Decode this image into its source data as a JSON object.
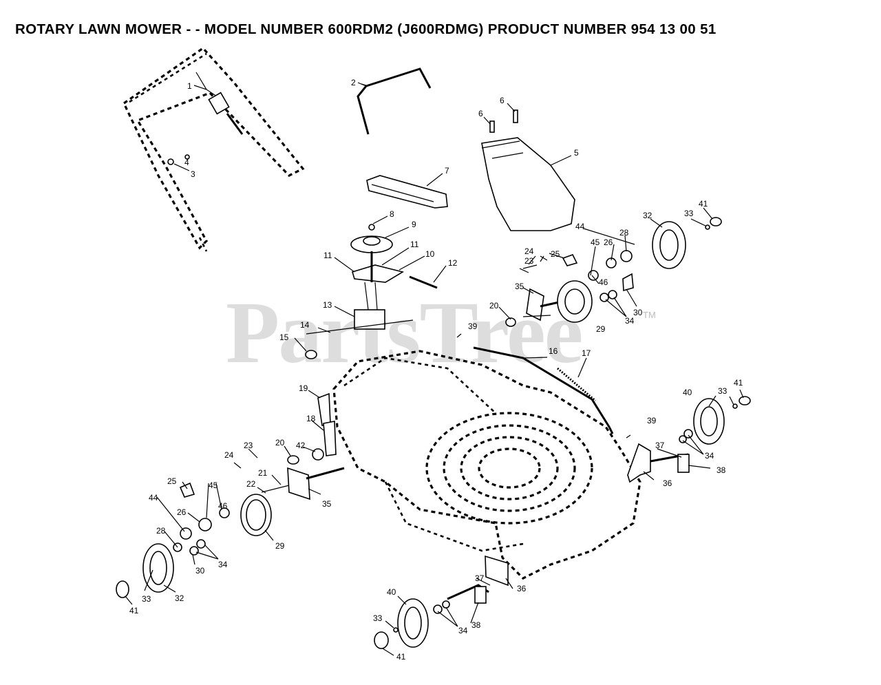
{
  "title": "ROTARY LAWN MOWER - - MODEL NUMBER 600RDM2 (J600RDMG) PRODUCT NUMBER 954 13 00 51",
  "watermark": "PartsTree",
  "watermark_tm": "TM",
  "callouts": {
    "p1": "1",
    "p2": "2",
    "p3": "3",
    "p4": "4",
    "p5": "5",
    "p6a": "6",
    "p6b": "6",
    "p7": "7",
    "p8": "8",
    "p9": "9",
    "p10": "10",
    "p11a": "11",
    "p11b": "11",
    "p12": "12",
    "p13": "13",
    "p14": "14",
    "p15": "15",
    "p16": "16",
    "p17": "17",
    "p18": "18",
    "p19": "19",
    "p20a": "20",
    "p20b": "20",
    "p21": "21",
    "p22": "22",
    "p23a": "23",
    "p23b": "23",
    "p24a": "24",
    "p24b": "24",
    "p25a": "25",
    "p25b": "25",
    "p26a": "26",
    "p26b": "26",
    "p28a": "28",
    "p28b": "28",
    "p29a": "29",
    "p29b": "29",
    "p30a": "30",
    "p30b": "30",
    "p32a": "32",
    "p32b": "32",
    "p33a": "33",
    "p33b": "33",
    "p33c": "33",
    "p33d": "33",
    "p34a": "34",
    "p34b": "34",
    "p34c": "34",
    "p34d": "34",
    "p35a": "35",
    "p35b": "35",
    "p36a": "36",
    "p36b": "36",
    "p37a": "37",
    "p37b": "37",
    "p38a": "38",
    "p38b": "38",
    "p39a": "39",
    "p39b": "39",
    "p40a": "40",
    "p40b": "40",
    "p41a": "41",
    "p41b": "41",
    "p41c": "41",
    "p41d": "41",
    "p42": "42",
    "p44a": "44",
    "p44b": "44",
    "p45a": "45",
    "p45b": "45",
    "p46a": "46",
    "p46b": "46"
  }
}
